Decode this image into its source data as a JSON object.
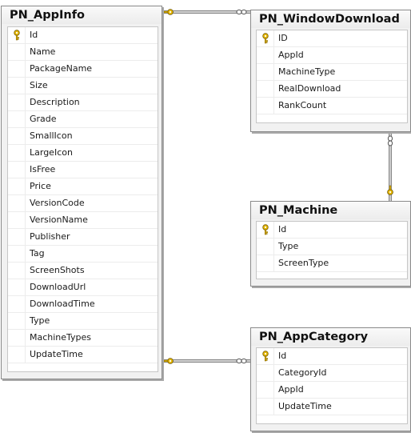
{
  "diagram": {
    "tables": [
      {
        "id": "appinfo",
        "name": "PN_AppInfo",
        "columns": [
          {
            "name": "Id",
            "primary_key": true
          },
          {
            "name": "Name",
            "primary_key": false
          },
          {
            "name": "PackageName",
            "primary_key": false
          },
          {
            "name": "Size",
            "primary_key": false
          },
          {
            "name": "Description",
            "primary_key": false
          },
          {
            "name": "Grade",
            "primary_key": false
          },
          {
            "name": "SmallIcon",
            "primary_key": false
          },
          {
            "name": "LargeIcon",
            "primary_key": false
          },
          {
            "name": "IsFree",
            "primary_key": false
          },
          {
            "name": "Price",
            "primary_key": false
          },
          {
            "name": "VersionCode",
            "primary_key": false
          },
          {
            "name": "VersionName",
            "primary_key": false
          },
          {
            "name": "Publisher",
            "primary_key": false
          },
          {
            "name": "Tag",
            "primary_key": false
          },
          {
            "name": "ScreenShots",
            "primary_key": false
          },
          {
            "name": "DownloadUrl",
            "primary_key": false
          },
          {
            "name": "DownloadTime",
            "primary_key": false
          },
          {
            "name": "Type",
            "primary_key": false
          },
          {
            "name": "MachineTypes",
            "primary_key": false
          },
          {
            "name": "UpdateTime",
            "primary_key": false
          }
        ]
      },
      {
        "id": "windowdownload",
        "name": "PN_WindowDownload",
        "columns": [
          {
            "name": "ID",
            "primary_key": true
          },
          {
            "name": "AppId",
            "primary_key": false
          },
          {
            "name": "MachineType",
            "primary_key": false
          },
          {
            "name": "RealDownload",
            "primary_key": false
          },
          {
            "name": "RankCount",
            "primary_key": false
          }
        ]
      },
      {
        "id": "machine",
        "name": "PN_Machine",
        "columns": [
          {
            "name": "Id",
            "primary_key": true
          },
          {
            "name": "Type",
            "primary_key": false
          },
          {
            "name": "ScreenType",
            "primary_key": false
          }
        ]
      },
      {
        "id": "appcategory",
        "name": "PN_AppCategory",
        "columns": [
          {
            "name": "Id",
            "primary_key": true
          },
          {
            "name": "CategoryId",
            "primary_key": false
          },
          {
            "name": "AppId",
            "primary_key": false
          },
          {
            "name": "UpdateTime",
            "primary_key": false
          }
        ]
      }
    ],
    "relationships": [
      {
        "from": "appinfo",
        "to": "windowdownload",
        "from_end": "one",
        "to_end": "many"
      },
      {
        "from": "machine",
        "to": "windowdownload",
        "from_end": "one",
        "to_end": "many"
      },
      {
        "from": "appinfo",
        "to": "appcategory",
        "from_end": "one",
        "to_end": "many"
      }
    ],
    "colors": {
      "key_gold": "#e6b800",
      "connector": "#555555",
      "table_border": "#8a8a8a"
    },
    "icons": {
      "primary_key": "key-icon",
      "one_end": "key-icon",
      "many_end": "infinity-icon"
    }
  }
}
